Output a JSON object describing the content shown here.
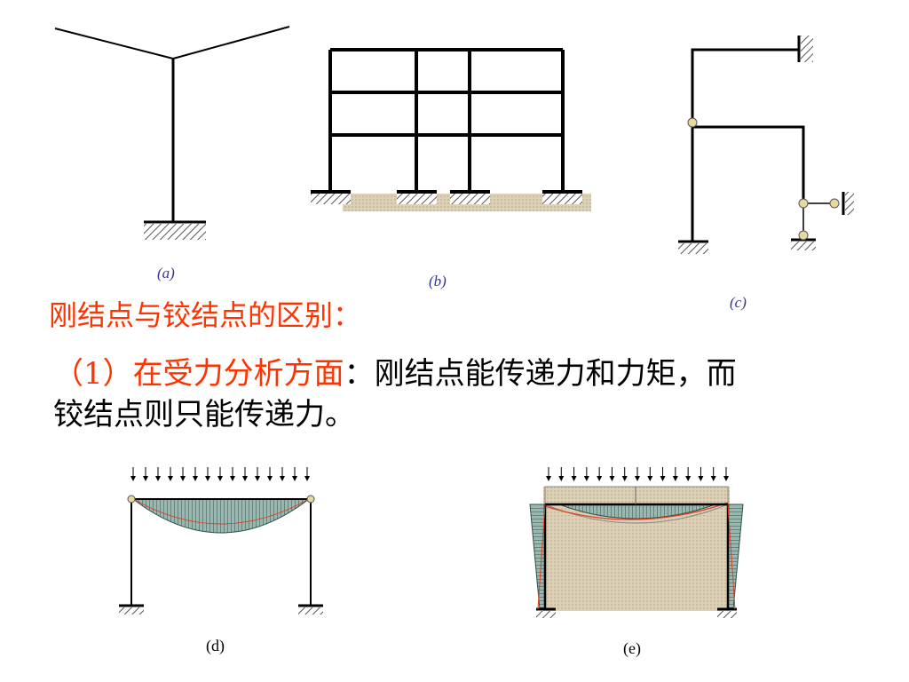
{
  "captions": {
    "a": "(a)",
    "b": "(b)",
    "c": "(c)",
    "d": "(d)",
    "e": "(e)"
  },
  "heading": "刚结点与铰结点的区别：",
  "point1": {
    "label": "（1）在受力分析方面",
    "text_line1": "：刚结点能传递力和力矩，而",
    "text_line2": "铰结点则只能传递力。"
  },
  "colors": {
    "accent": "#ff3300",
    "caption": "#333399",
    "moment_fill": "#8fb0a8",
    "ground": "#d9ccb0"
  }
}
